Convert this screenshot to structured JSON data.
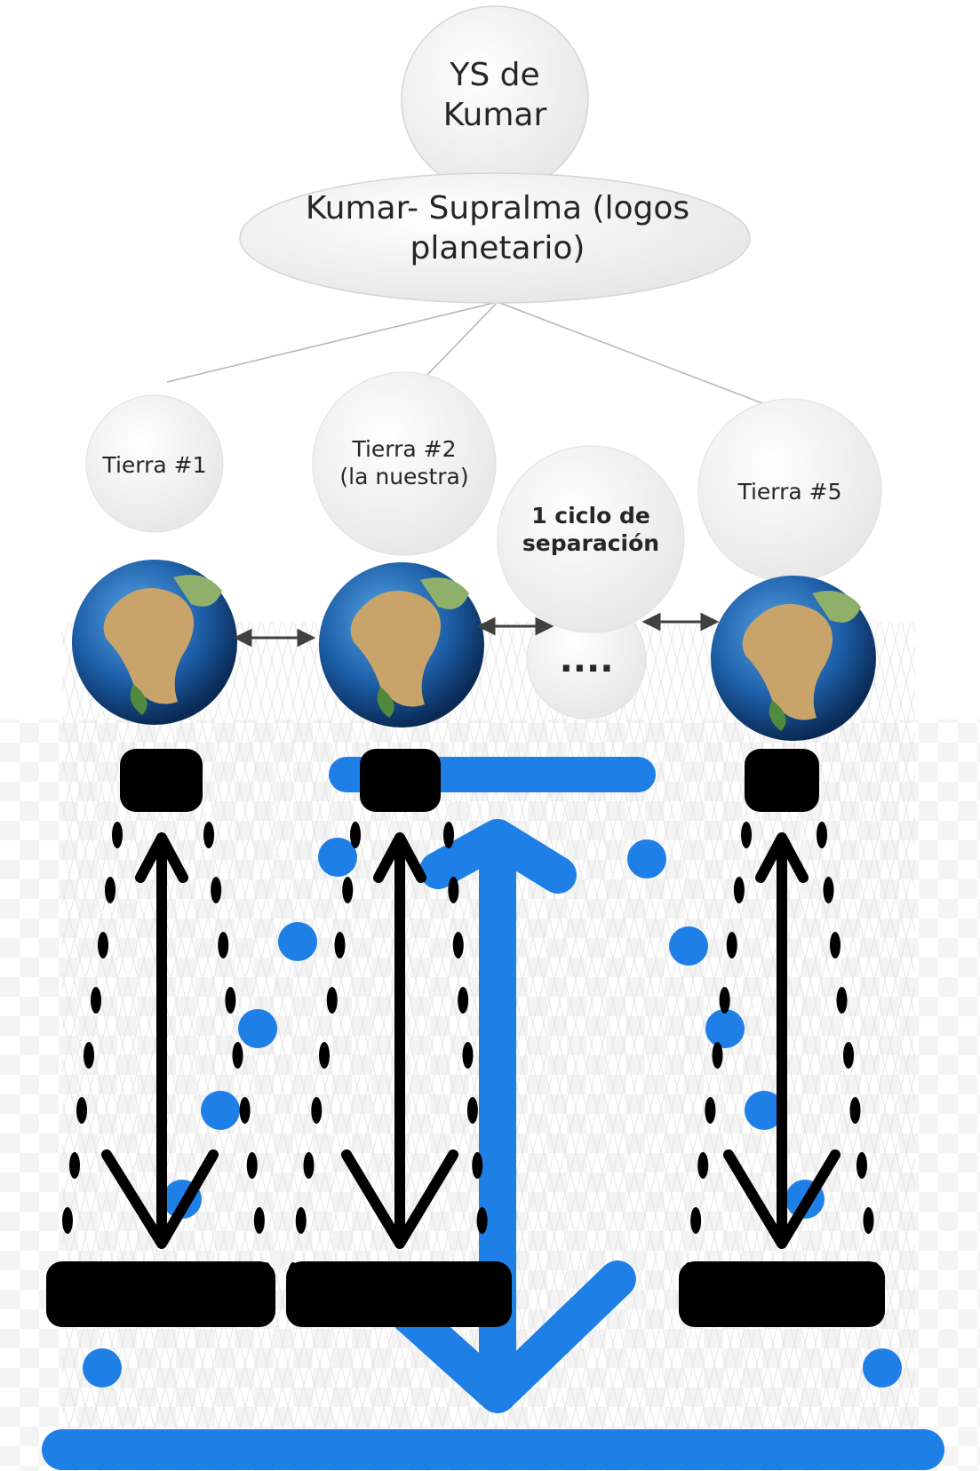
{
  "diagram": {
    "top_node": {
      "line1": "YS de",
      "line2": "Kumar"
    },
    "supralma_node": {
      "line1": "Kumar- Supralma (logos",
      "line2": "planetario)"
    },
    "earth_nodes": [
      {
        "line1": "Tierra #1",
        "line2": ""
      },
      {
        "line1": "Tierra #2",
        "line2": "(la nuestra)"
      },
      {
        "line1": "Tierra #5",
        "line2": ""
      }
    ],
    "separation_node": {
      "line1": "1 ciclo de",
      "line2": "separación"
    },
    "ellipsis_node": {
      "text": "...."
    },
    "colors": {
      "node_fill": "#f2f2f2",
      "node_stroke": "#d0d0d0",
      "connector": "#b0b0b0",
      "accent_blue": "#1e7fe6",
      "black": "#000000",
      "ocean": "#1d5fa8",
      "land": "#c9a46a"
    }
  }
}
